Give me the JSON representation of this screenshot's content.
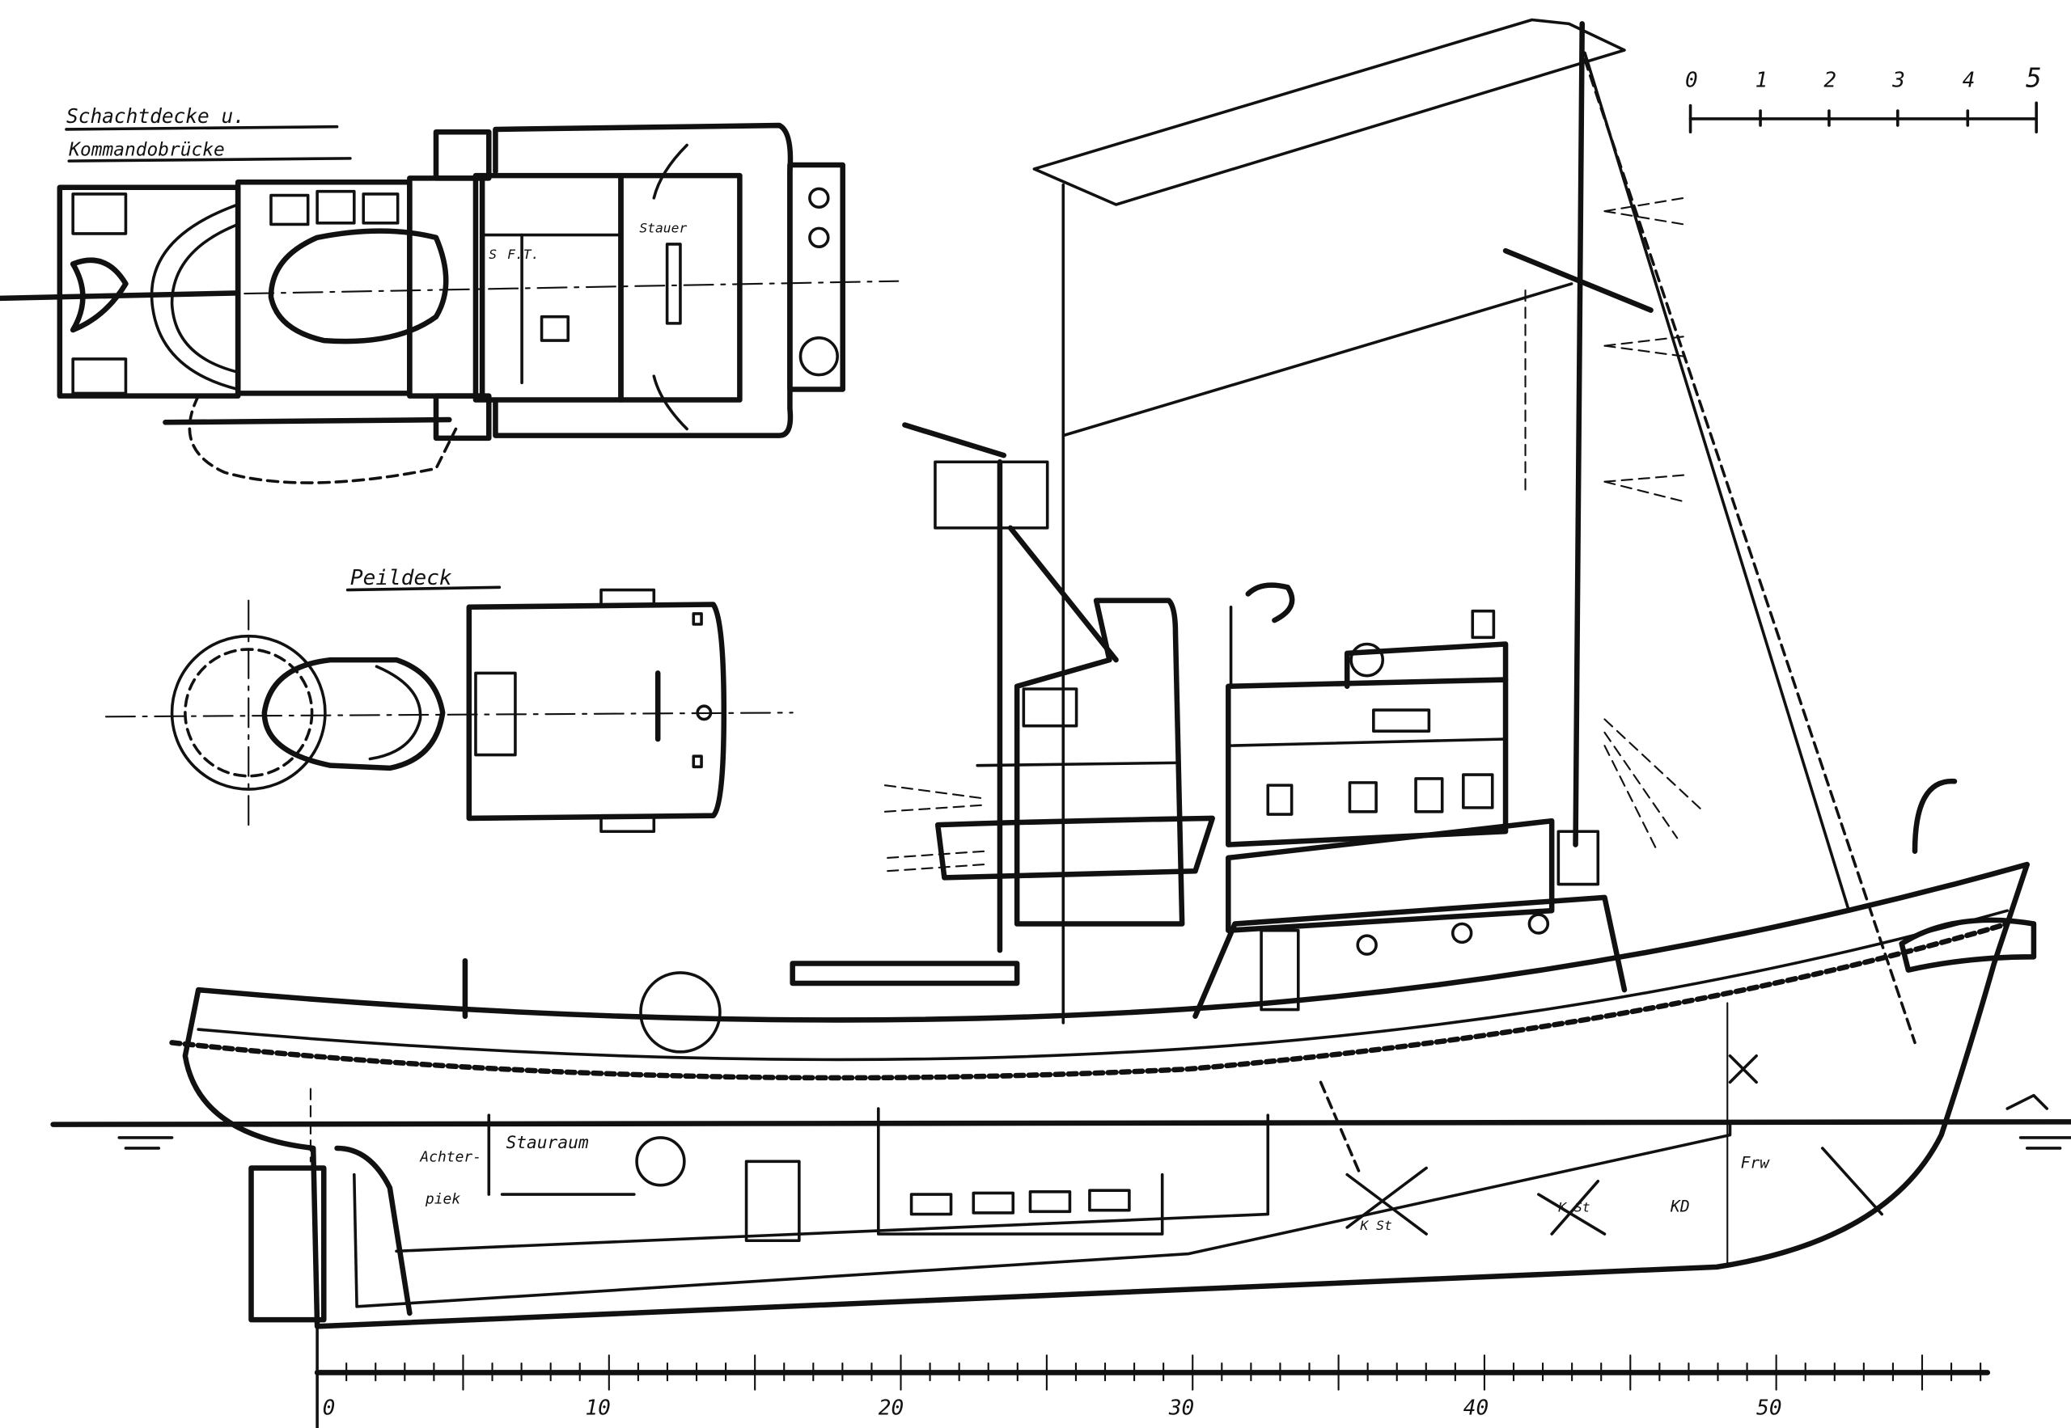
{
  "plan_views": {
    "upper_title_line1": "Schachtdecke u.",
    "upper_title_line2": "Kommandobrücke",
    "upper_labels": {
      "s": "S",
      "ft": "F.T.",
      "stauer": "Stauer"
    },
    "lower_title": "Peildeck"
  },
  "scale_bar": {
    "unit_ticks": [
      "0",
      "1",
      "2",
      "3",
      "4",
      "5"
    ]
  },
  "profile": {
    "compartments": {
      "achterpiek_1": "Achter-",
      "achterpiek_2": "piek",
      "stauraum": "Stauraum",
      "frw": "Frw",
      "kst_1": "K St",
      "kst_2": "K St",
      "kd": "KD"
    },
    "frame_ticks": [
      "0",
      "10",
      "20",
      "30",
      "40",
      "50"
    ]
  }
}
